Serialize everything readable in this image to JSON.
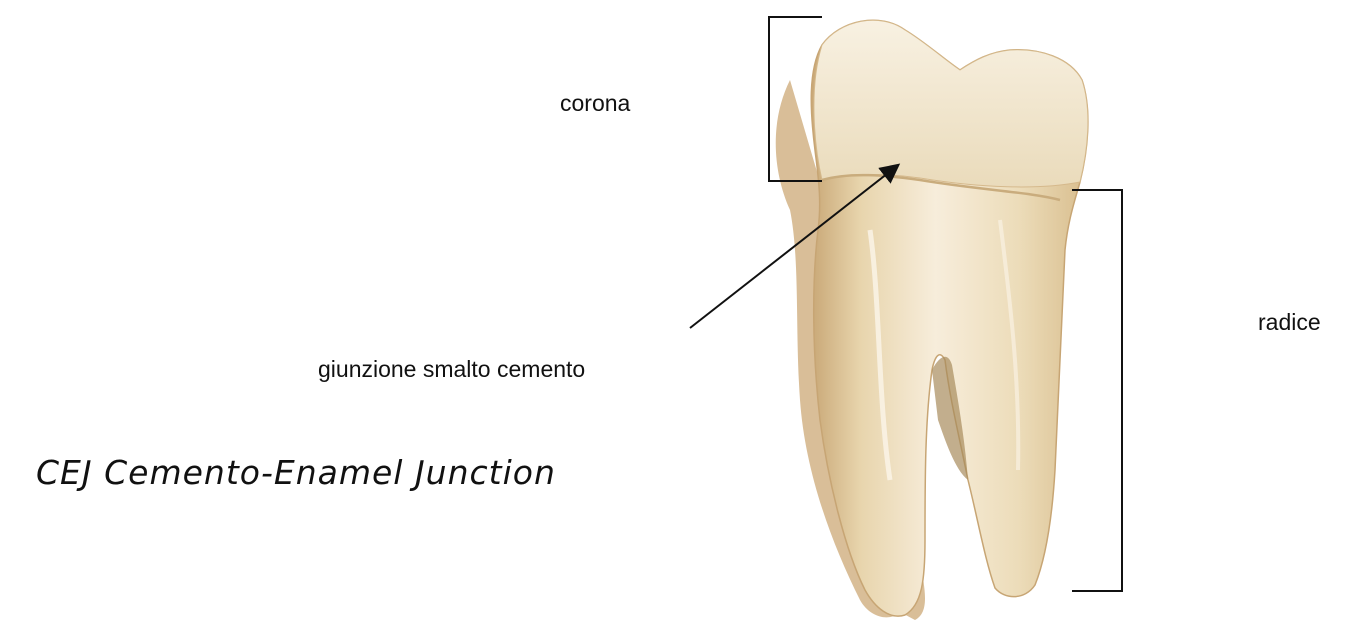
{
  "labels": {
    "crown": "corona",
    "root": "radice",
    "cej_italian": "giunzione smalto cemento",
    "cej_english": "CEJ Cemento-Enamel Junction"
  },
  "colors": {
    "background": "#ffffff",
    "tooth_light": "#f5ead4",
    "tooth_mid": "#e8d5ad",
    "tooth_shadow": "#c9a877",
    "line": "#111111"
  }
}
